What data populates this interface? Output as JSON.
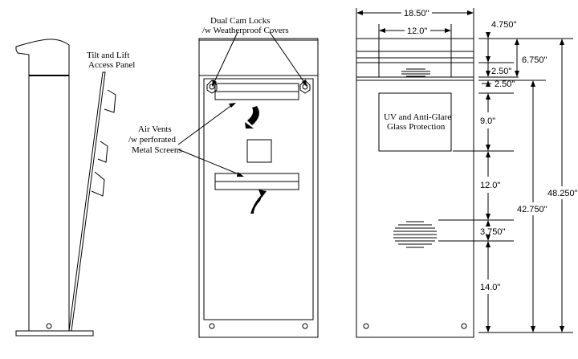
{
  "labels": {
    "tilt_panel": [
      "Tilt and Lift",
      "Access Panel"
    ],
    "cam_locks": [
      "Dual Cam Locks",
      "/w Weatherproof Covers"
    ],
    "air_vents": [
      "Air Vents",
      "/w perforated",
      "Metal Screens"
    ],
    "glass": [
      "UV and Anti-Glare",
      "Glass Protection"
    ]
  },
  "dimensions": {
    "total_width": "18.50\"",
    "inner_width": "12.0\"",
    "top_cap": "4.750\"",
    "upper_section": "6.750\"",
    "vent_gap": "2.50\"",
    "glass_gap": "2.50\"",
    "glass_height": "9.0\"",
    "mid_section": "12.0\"",
    "lower_vent": "3.750\"",
    "bottom_section": "14.0\"",
    "lower_total": "42.750\"",
    "overall_height": "48.250\""
  }
}
